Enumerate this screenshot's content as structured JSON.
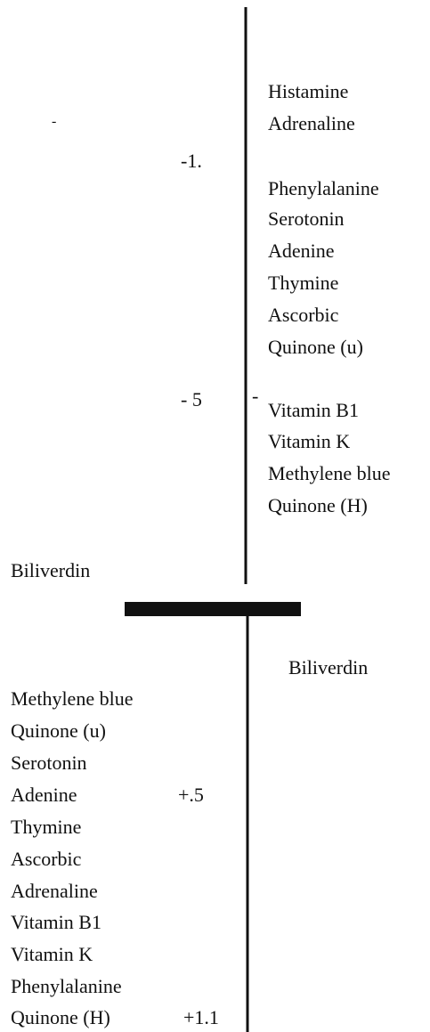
{
  "upper_scale": {
    "stray_mark": "-",
    "tick_labels": [
      "-1.",
      "- 5"
    ],
    "pointer_mark": "-",
    "right_labels": [
      "Histamine",
      "Adrenaline",
      "Phenylalanine",
      "Serotonin",
      "Adenine",
      "Thymine",
      "Ascorbic",
      "Quinone (u)",
      "Vitamin B1",
      "Vitamin K",
      "Methylene blue",
      "Quinone (H)"
    ],
    "left_label": "Biliverdin"
  },
  "lower_scale": {
    "right_label": "Biliverdin",
    "left_labels": [
      "Methylene blue",
      "Quinone (u)",
      "Serotonin",
      "Adenine",
      "Thymine",
      "Ascorbic",
      "Adrenaline",
      "Vitamin B1",
      "Vitamin K",
      "Phenylalanine",
      "Quinone (H)"
    ],
    "tick_labels": [
      "+.5",
      "+1.1"
    ]
  },
  "colors": {
    "ink": "#111111",
    "background": "#ffffff"
  }
}
